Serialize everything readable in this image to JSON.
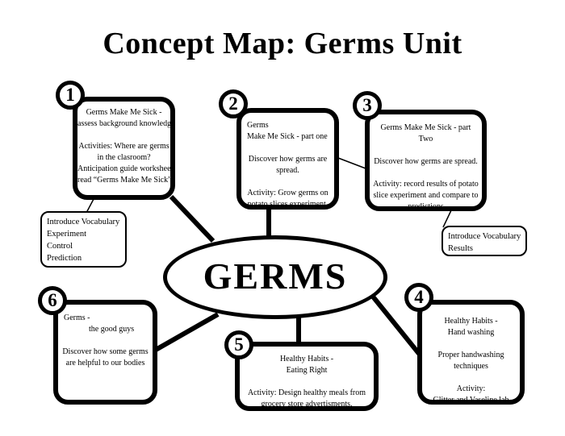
{
  "title": "Concept Map: Germs Unit",
  "center_label": "GERMS",
  "nodes": {
    "n1": {
      "number": "1",
      "text": "Germs Make Me Sick -\nassess background knowledge\n\nActivities: Where are germs\nin the clasroom?\nAnticipation guide worksheet\nread “Germs Make Me Sick”"
    },
    "n2": {
      "number": "2",
      "intro": "Germs\nMake Me Sick - part one",
      "body": "Discover how germs are\nspread.\n\nActivity: Grow germs on\npotato slices experiment."
    },
    "n3": {
      "number": "3",
      "text": "Germs Make Me Sick - part\nTwo\n\nDiscover how germs are spread.\n\nActivity: record results of potato\nslice experiment and compare to\npredictions"
    },
    "n4": {
      "number": "4",
      "text": "Healthy Habits -\nHand washing\n\nProper handwashing\ntechniques\n\nActivity:\nGlitter and Vaseline lab"
    },
    "n5": {
      "number": "5",
      "text": "Healthy Habits -\nEating Right\n\nActivity: Design healthy meals from\ngrocery store advertisments."
    },
    "n6": {
      "number": "6",
      "intro": "Germs -",
      "subtitle": "the good guys",
      "body": "Discover how some germs\nare helpful to our bodies"
    }
  },
  "vocab": {
    "left": "Introduce Vocabulary\nExperiment\nControl\nPrediction",
    "right": "Introduce Vocabulary\nResults"
  },
  "colors": {
    "ink": "#000000",
    "background": "#ffffff"
  }
}
